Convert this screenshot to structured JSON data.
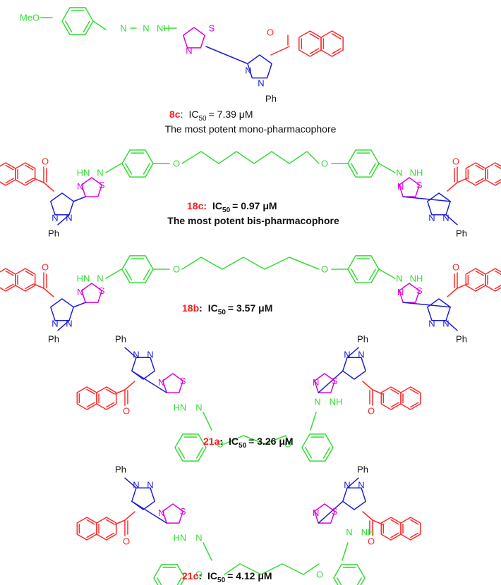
{
  "colors": {
    "naphthoyl": "#ff2a2a",
    "pyrazole": "#1c1cd8",
    "thiazole": "#e000e0",
    "linker": "#33dd33",
    "text": "#111111",
    "compound_id": "#ff1a1a"
  },
  "atoms": {
    "N": "N",
    "S": "S",
    "O": "O",
    "NH": "NH",
    "HN": "HN",
    "Ph": "Ph",
    "MeO": "MeO"
  },
  "compounds": [
    {
      "id": "8c",
      "id_suffix": ":",
      "ic50_prefix": "IC",
      "ic50_sub": "50",
      "ic50_value": "= 7.39 μM",
      "bold": false,
      "note": "The most potent mono-pharmacophore"
    },
    {
      "id": "18c:",
      "id_suffix": "",
      "ic50_prefix": "IC",
      "ic50_sub": "50",
      "ic50_value": "= 0.97 μM",
      "bold": true,
      "note": "The most potent bis-pharmacophore"
    },
    {
      "id": "18b",
      "id_suffix": ":",
      "ic50_prefix": "IC",
      "ic50_sub": "50",
      "ic50_value": "= 3.57 μM",
      "bold": true,
      "note": ""
    },
    {
      "id": "21a",
      "id_suffix": ":",
      "ic50_prefix": "IC",
      "ic50_sub": "50",
      "ic50_value": "= 3.26 μM",
      "bold": true,
      "note": ""
    },
    {
      "id": "21c",
      "id_suffix": ":",
      "ic50_prefix": "IC",
      "ic50_sub": "50",
      "ic50_value": "= 4.12 μM",
      "bold": true,
      "note": ""
    }
  ]
}
